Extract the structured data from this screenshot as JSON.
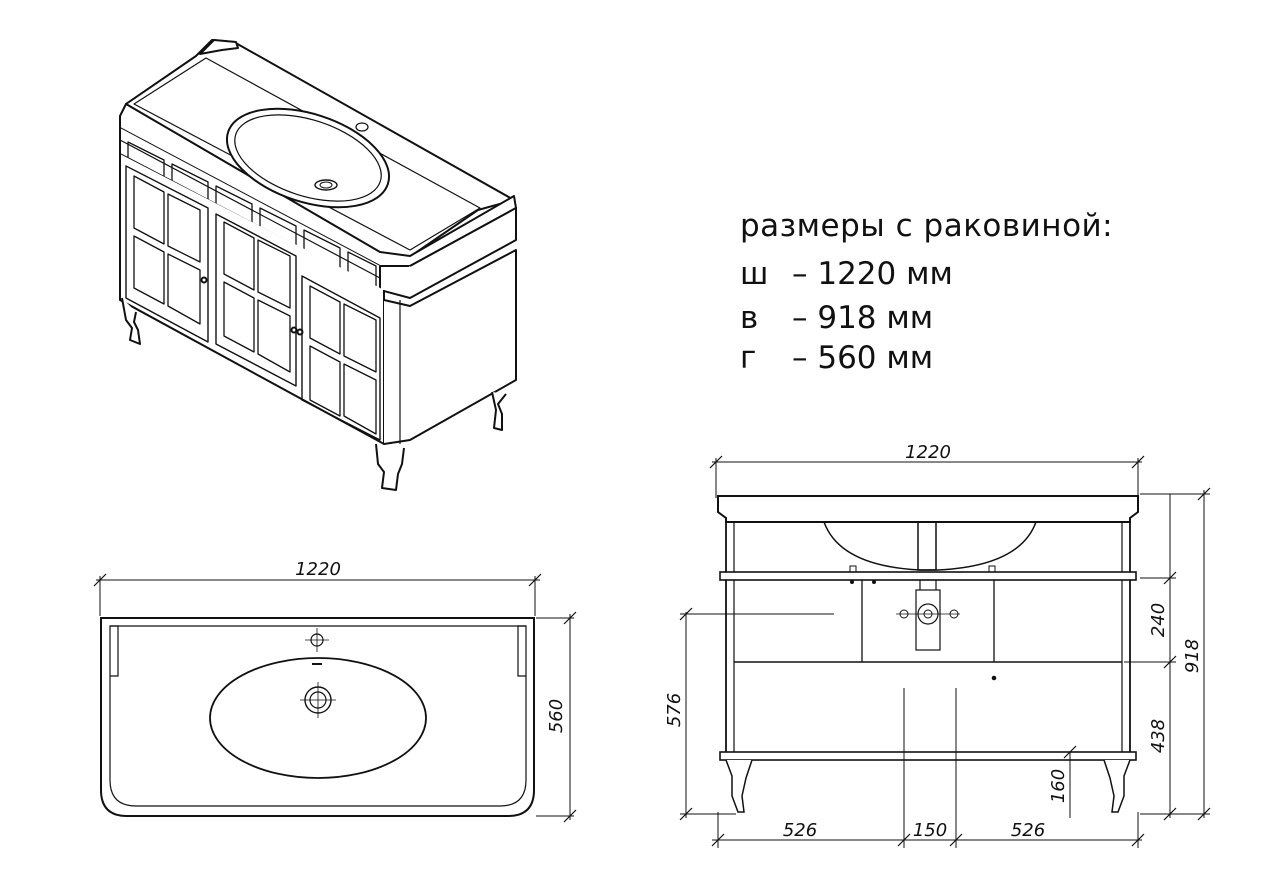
{
  "spec": {
    "title": "размеры с раковиной:",
    "rows": [
      {
        "key": "ш",
        "value": "– 1220 мм"
      },
      {
        "key": "в",
        "value": "– 918 мм"
      },
      {
        "key": "г",
        "value": "– 560 мм"
      }
    ]
  },
  "top_view": {
    "width_dim": "1220",
    "depth_dim": "560"
  },
  "front_view": {
    "width_dim": "1220",
    "height_dim": "918",
    "upper_dim": "240",
    "lower_dim": "438",
    "leg_dim": "160",
    "drain_height_dim": "576",
    "left_dim": "526",
    "center_dim": "150",
    "right_dim": "526"
  }
}
